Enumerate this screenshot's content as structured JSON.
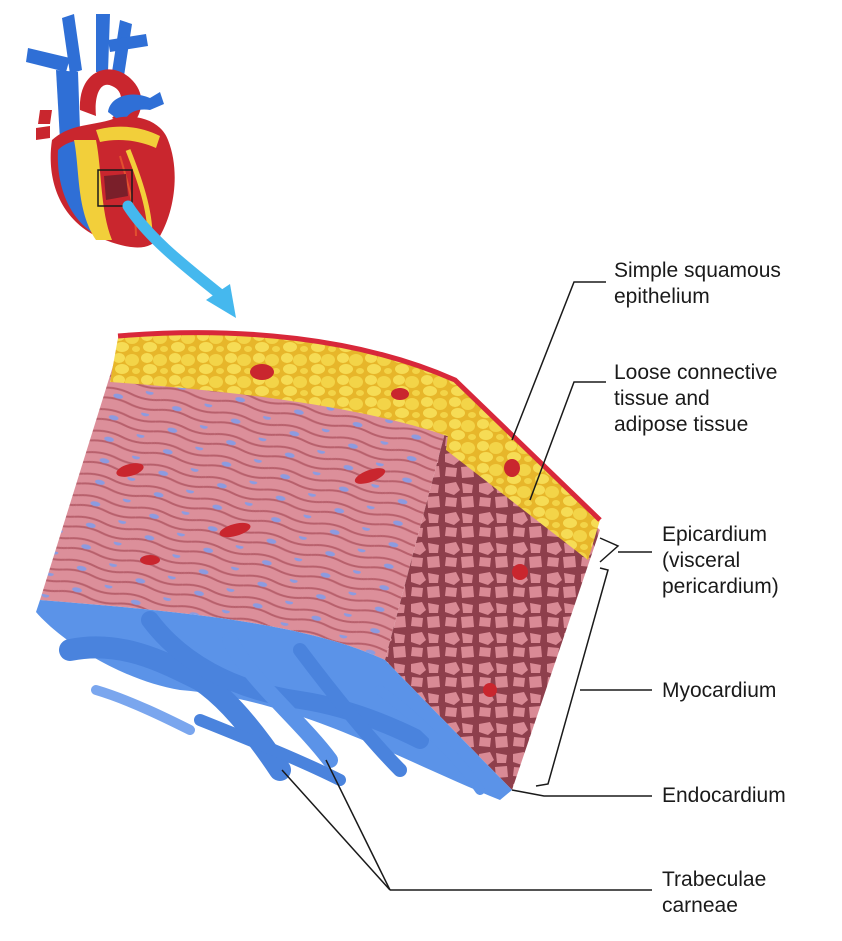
{
  "colors": {
    "vessel_blue": "#2f6fd6",
    "heart_red": "#c9262e",
    "fat_yellow": "#f2cf3a",
    "muscle_pink": "#d98a95",
    "muscle_dark": "#a35460",
    "endocardium_blue": "#5b93e8",
    "epithelium_red": "#d8283a",
    "nucleus_blue": "#8c9be0"
  },
  "labels": {
    "simple_squamous": [
      "Simple squamous",
      "epithelium"
    ],
    "loose_connective": [
      "Loose connective",
      "tissue and",
      "adipose tissue"
    ],
    "epicardium": [
      "Epicardium",
      "(visceral",
      "pericardium)"
    ],
    "myocardium": [
      "Myocardium"
    ],
    "endocardium": [
      "Endocardium"
    ],
    "trabeculae": [
      "Trabeculae",
      "carneae"
    ]
  }
}
